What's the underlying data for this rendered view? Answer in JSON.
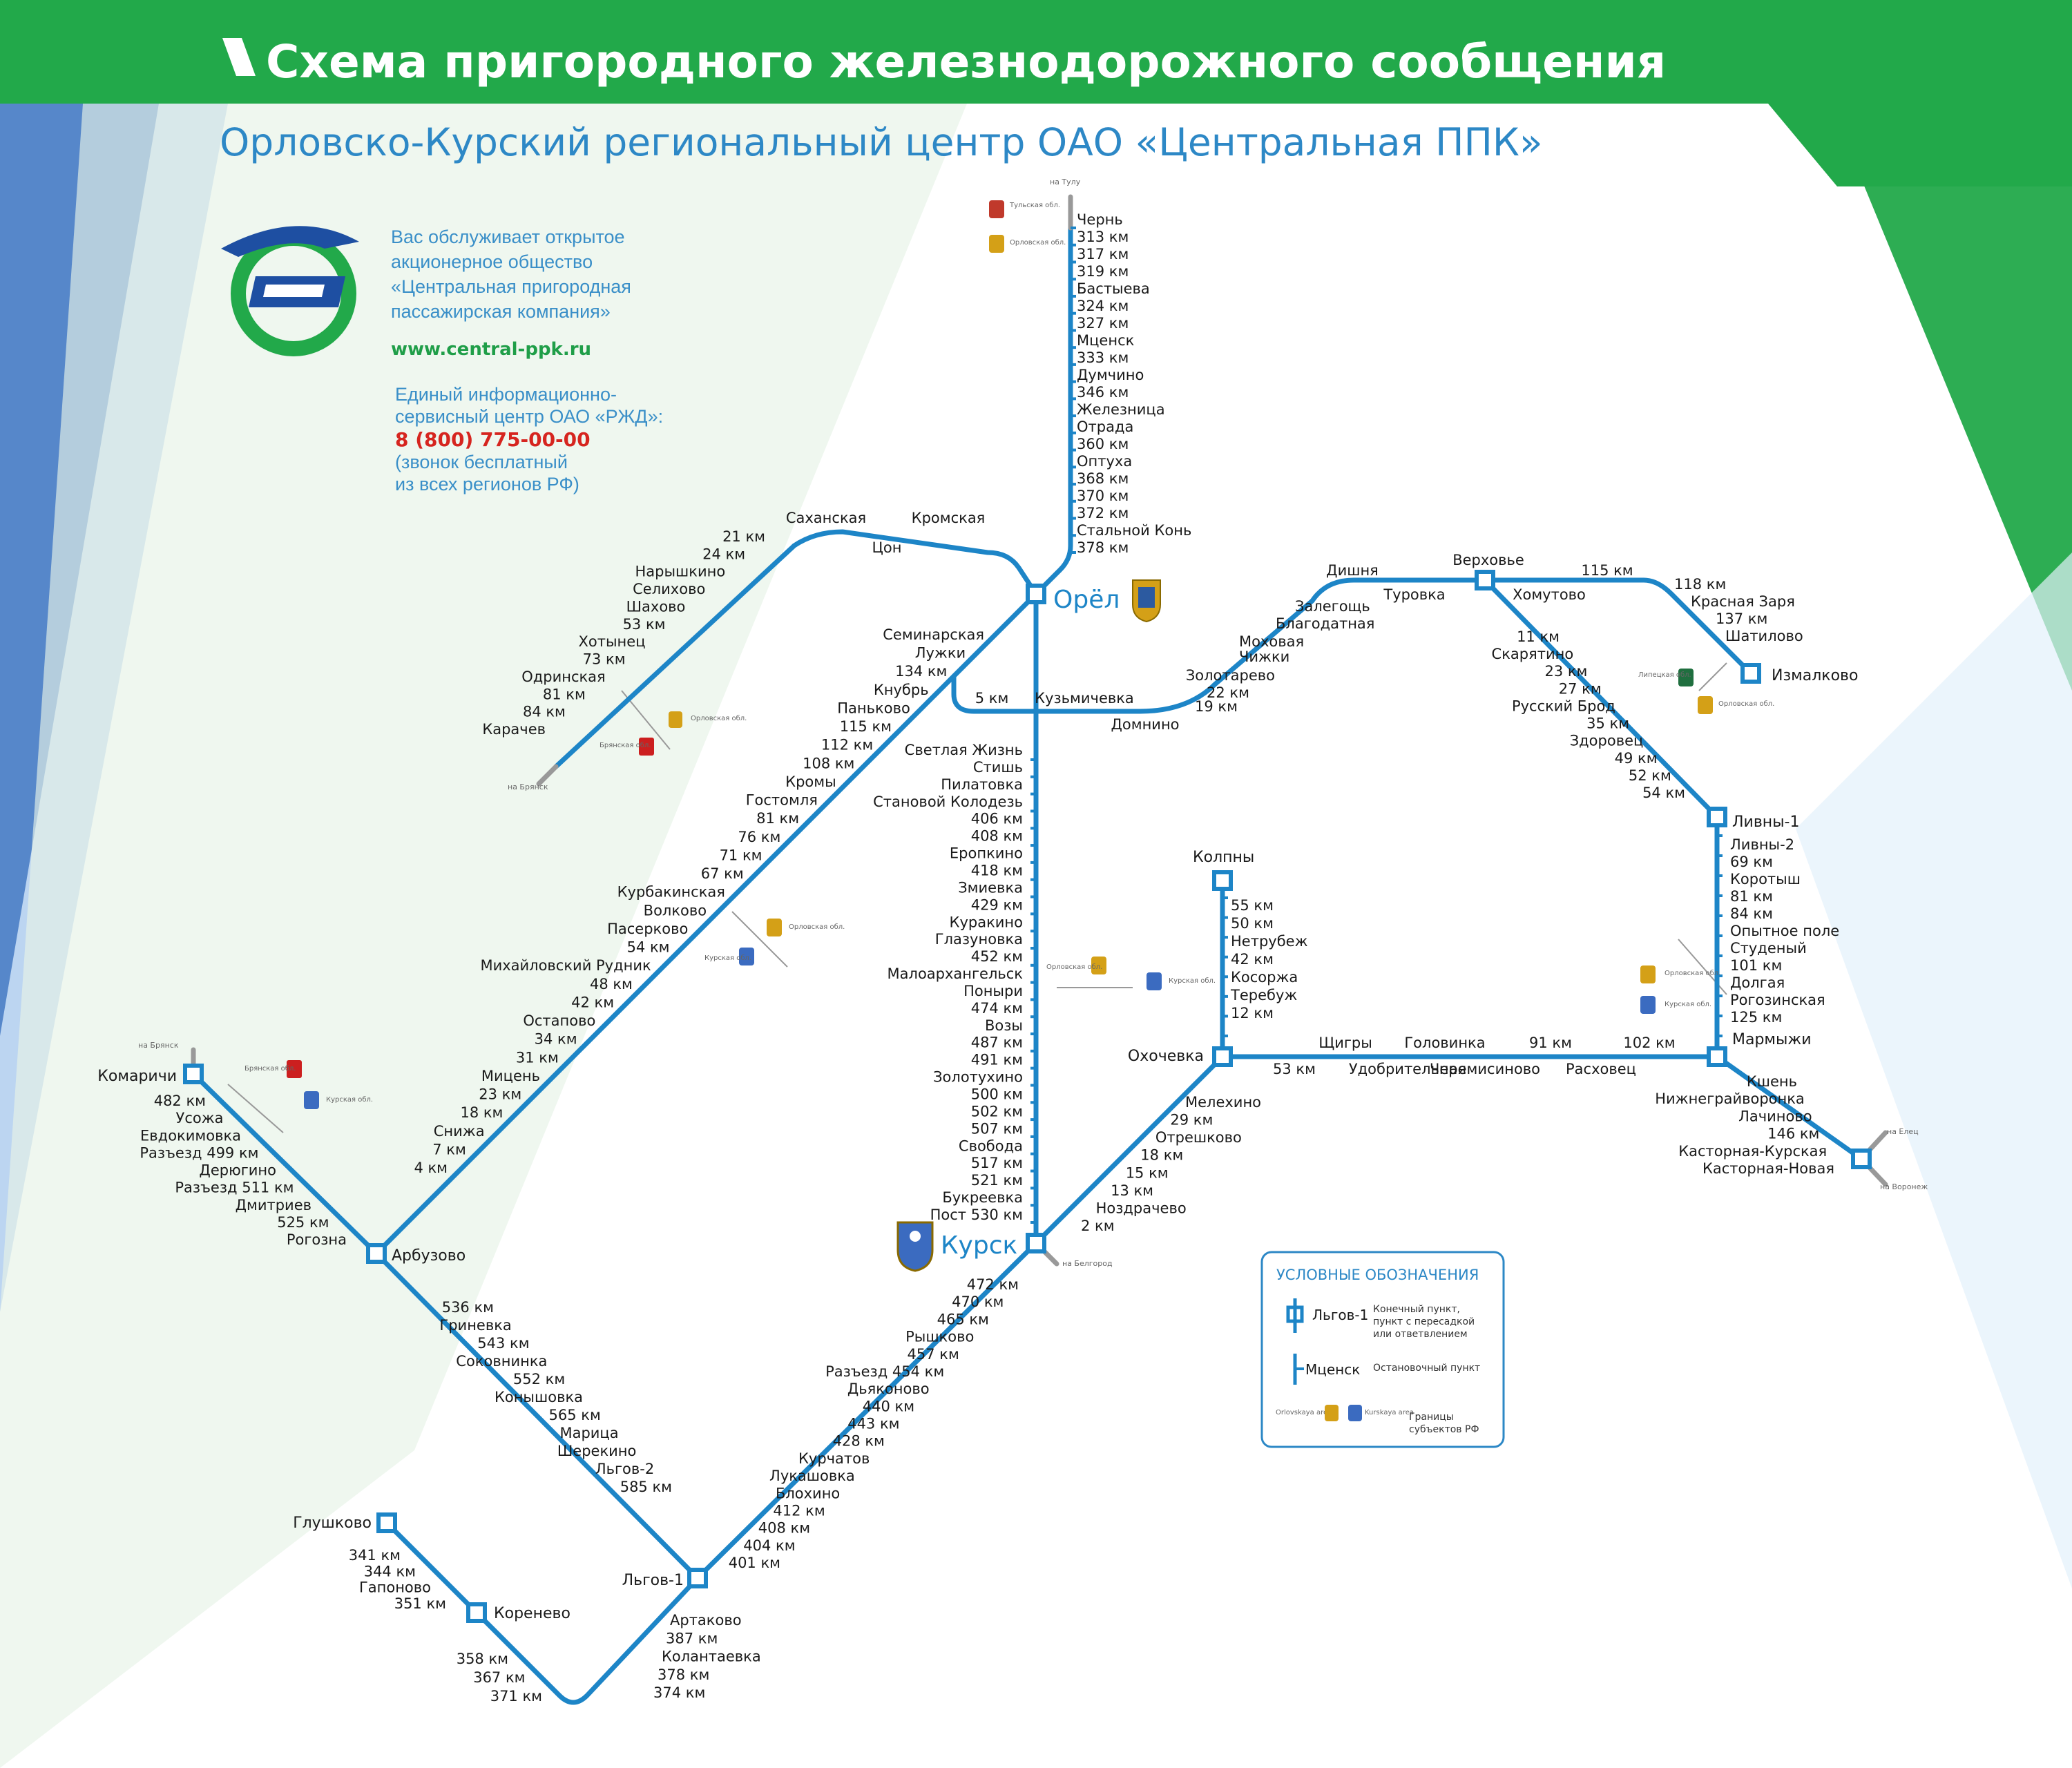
{
  "header": {
    "title": "Схема пригородного железнодорожного сообщения",
    "subtitle": "Орловско-Курский региональный центр ОАО «Центральная ППК»"
  },
  "company_info": {
    "intro_lines": [
      "Вас обслуживает открытое",
      "акционерное общество",
      "«Центральная пригородная",
      "пассажирская компания»"
    ],
    "website": "www.central-ppk.ru",
    "helpdesk_lines": [
      "Единый информационно-",
      "сервисный центр ОАО «РЖД»:"
    ],
    "phone": "8 (800) 775-00-00",
    "phone_note_lines": [
      "(звонок бесплатный",
      "из всех регионов РФ)"
    ]
  },
  "colors": {
    "line": "#1d85c7",
    "header_green": "#22a94a",
    "text_blue": "#2d88c6",
    "phone_red": "#d6251f",
    "web_green": "#1f9e48"
  },
  "hubs": {
    "orel": "Орёл",
    "kursk": "Курск"
  },
  "junctions": {
    "arbuzovo": "Арбузово",
    "lgov1": "Льгов-1",
    "okhochevka": "Охочевка",
    "marmyzhi": "Мармыжи",
    "livny1": "Ливны-1",
    "izmalkovo": "Измалково",
    "kolpny": "Колпны",
    "glushkovo": "Глушково",
    "korenevo": "Коренево",
    "komarichi": "Комаричи"
  },
  "lines": {
    "tula": [
      "Чернь",
      "313 км",
      "317 км",
      "319 км",
      "Бастыева",
      "324 км",
      "327 км",
      "Мценск",
      "333 км",
      "Думчино",
      "346 км",
      "Железница",
      "Отрада",
      "360 км",
      "Оптуха",
      "368 км",
      "370 км",
      "372 км",
      "Стальной Конь",
      "378 км"
    ],
    "bryansk_orel": [
      "21 км",
      "24 км",
      "Нарышкино",
      "Селихово",
      "Шахово",
      "53 км",
      "Хотынец",
      "73 км",
      "Одринская",
      "81 км",
      "84 км",
      "Карачев"
    ],
    "orel_top": [
      "Саханская",
      "Цон",
      "Кромская"
    ],
    "orel_arbuzovo": [
      "Семинарская",
      "Лужки",
      "134 км",
      "Кнубрь",
      "Паньково",
      "115 км",
      "112 км",
      "108 км",
      "Кромы",
      "Гостомля",
      "81 км",
      "76 км",
      "71 км",
      "67 км",
      "Курбакинская",
      "Волково",
      "Паcерково",
      "54 км",
      "Михайловский Рудник",
      "48 км",
      "42 км",
      "Остапово",
      "34 км",
      "31 км",
      "Мицень",
      "23 км",
      "18 км",
      "Снижа",
      "7 км",
      "4 км"
    ],
    "orel_kursk": [
      "Светлая Жизнь",
      "Стишь",
      "Пилатовка",
      "Становой Колодезь",
      "406 км",
      "408 км",
      "Еропкино",
      "418 км",
      "Змиевка",
      "429 км",
      "Куракино",
      "Глазуновка",
      "452 км",
      "Малоархангельск",
      "Поныри",
      "474 км",
      "Возы",
      "487 км",
      "491 км",
      "Золотухино",
      "500 км",
      "502 км",
      "507 км",
      "Свобода",
      "517 км",
      "521 км",
      "Букреевка",
      "Пост 530 км"
    ],
    "orel_east": [
      "5 км",
      "Кузьмичевка",
      "Домнино",
      "19 км",
      "22 км",
      "Золотарево",
      "Чижки",
      "Моховая",
      "Благодатная",
      "Залегощь",
      "Дишня",
      "Туровка",
      "Верховье",
      "Хомутово",
      "115 км",
      "118 км",
      "Красная Заря",
      "137 км",
      "Шатилово"
    ],
    "verkhovye_livny": [
      "11 км",
      "Скарятино",
      "23 км",
      "27 км",
      "Русский Брод",
      "35 км",
      "Здоровец",
      "49 км",
      "52 км",
      "54 км"
    ],
    "livny_marmyzhi": [
      "Ливны-2",
      "69 км",
      "Коротыш",
      "81 км",
      "84 км",
      "Опытное поле",
      "Студеный",
      "101 км",
      "Долгая",
      "Рогозинская",
      "125 км"
    ],
    "marmyzhi_kastornaya": [
      "Кшень",
      "Нижнеграйворонка",
      "Лачиново",
      "146 км",
      "Касторная-Курская",
      "Касторная-Новая"
    ],
    "kolpny_okhochevka": [
      "55 км",
      "50 км",
      "Нетрубеж",
      "42 км",
      "Косоржа",
      "Теребуж",
      "12 км"
    ],
    "okhochevka_marmyzhi": [
      "53 км",
      "Щигры",
      "Удобрительная",
      "Головинка",
      "Черемисиново",
      "91 км",
      "Расховец",
      "102 км"
    ],
    "kursk_okhochevka": [
      "Мелехино",
      "29 км",
      "Отрешково",
      "18 км",
      "15 км",
      "13 км",
      "Ноздрачево",
      "2 км"
    ],
    "komarichi_arbuzovo": [
      "482 км",
      "Усожа",
      "Евдокимовка",
      "Разъезд 499 км",
      "Дерюгино",
      "Разъезд 511 км",
      "Дмитриев",
      "525 км",
      "Рогозна"
    ],
    "arbuzovo_lgov": [
      "536 км",
      "Гриневка",
      "543 км",
      "Соковнинка",
      "552 км",
      "Конышовка",
      "565 км",
      "Марица",
      "Шерекино",
      "Льгов-2",
      "585 км"
    ],
    "kursk_lgov": [
      "472 км",
      "470 км",
      "465 км",
      "Рышково",
      "457 км",
      "Разъезд 454 км",
      "Дьяконово",
      "440 км",
      "443 км",
      "428 км",
      "Курчатов",
      "Лукашовка",
      "Блохино",
      "412 км",
      "408 км",
      "404 км",
      "401 км"
    ],
    "glushkovo_korenevo": [
      "341 км",
      "344 км",
      "Гапоново",
      "351 км"
    ],
    "korenevo_south": [
      "358 км",
      "367 км",
      "371 км"
    ],
    "lgov_south": [
      "Артаково",
      "387 км",
      "Колантаевка",
      "378 км",
      "374 км"
    ]
  },
  "directions": {
    "tula": "на Тулу",
    "bryansk1": "на Брянск",
    "bryansk2": "на Брянск",
    "belgorod": "на Белгород",
    "elets": "на Елец",
    "voronezh": "на Воронеж"
  },
  "regions": {
    "tulskaya": "Тульская обл.",
    "orlovskaya": "Орловская обл.",
    "bryanskaya": "Брянская обл.",
    "kurskaya": "Курская обл.",
    "lipetskaya": "Липецкая обл."
  },
  "legend": {
    "title": "УСЛОВНЫЕ ОБОЗНАЧЕНИЯ",
    "terminal_example": "Льгов-1",
    "terminal_desc": [
      "Конечный пункт,",
      "пункт с пересадкой",
      "или ответвлением"
    ],
    "stop_example": "Мценск",
    "stop_desc": "Остановочный пункт",
    "area1": "Orlovskaya area",
    "area2": "Kurskaya area",
    "border_desc": [
      "Границы",
      "субъектов РФ"
    ]
  }
}
